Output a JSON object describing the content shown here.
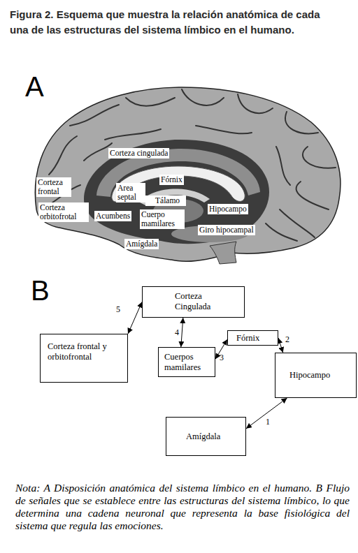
{
  "diagram": {
    "title": "Figura 2. Esquema que muestra la relación anatómica de cada una de las estructuras del sistema límbico en el humano.",
    "caption": "Nota: A Disposición anatómica del sistema límbico en el humano. B Flujo de señales que se establece entre las estructuras del sistema límbico, lo que determina una cadena neuronal que representa la base fisiológica del sistema que regula las emociones.",
    "nodes": [
      {
        "text": [
          "Corteza Cingulada"
        ]
      },
      {
        "text": [
          "Corteza frontal y orbitofrontal"
        ]
      },
      {
        "text": [
          "Fórnix"
        ]
      },
      {
        "text": [
          "Cuerpos mamilares"
        ]
      },
      {
        "text": [
          "Hipocampo"
        ]
      },
      {
        "text": [
          "Amígdala"
        ]
      }
    ],
    "edges": [
      {
        "from": 5,
        "to": 4,
        "arrow": "both",
        "label": "1"
      },
      {
        "from": 2,
        "to": 4,
        "arrow": "both",
        "label": "2"
      },
      {
        "from": 3,
        "to": 2,
        "arrow": "both",
        "label": "3"
      },
      {
        "from": 0,
        "to": 3,
        "arrow": "both",
        "label": "4"
      },
      {
        "from": 1,
        "to": 0,
        "arrow": "both",
        "label": "5"
      }
    ],
    "labels": [
      "A",
      "Corteza cingulada",
      "Corteza frontal",
      "Fórnix",
      "Area septal",
      "Tálamo",
      "Corteza orbitofrotal",
      "Acumbens",
      "Cuerpo mamilares",
      "Hipocampo",
      "Giro hipocampal",
      "Amígdala",
      "B"
    ]
  }
}
